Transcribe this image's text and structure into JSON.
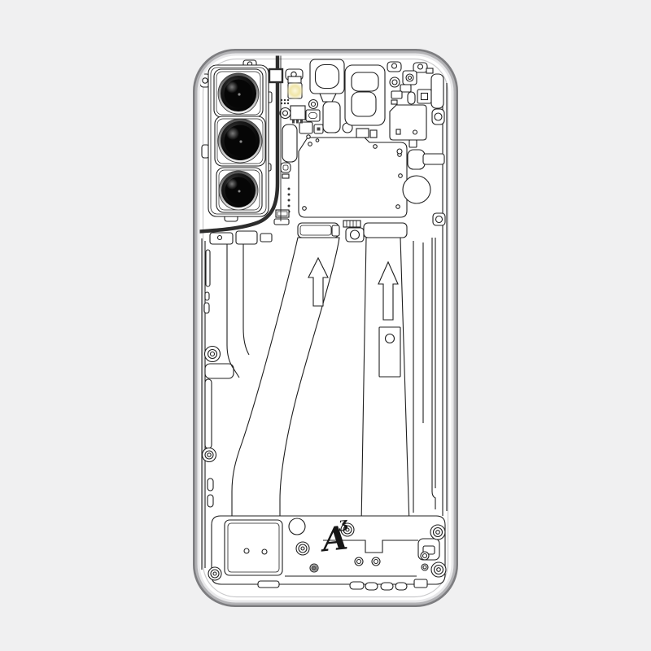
{
  "scene": {
    "description": "Line-art technical illustration of a smartphone rear interior (skin template style)",
    "background_color": "#f0f0f1"
  },
  "phone": {
    "body_fill": "#ffffff",
    "frame_outer_color": "#7d7d80",
    "frame_mid_color": "#b3b3b6",
    "frame_inner_color": "#e8e8ea",
    "bezel_line_color": "#c9c9cb",
    "line_color": "#1f1f1f",
    "decal_line_color": "#2d2d2d",
    "camera": {
      "lens_count": 3,
      "ring_light": "#f2f2f2",
      "ring_dark": "#5a5a5a",
      "lens_color": "#0a0a0a"
    },
    "flash_color": "#f2e9b4",
    "battery_arrows": {
      "count": 2,
      "direction": "up"
    },
    "signature": {
      "letter": "A",
      "flourish": "ʒ"
    }
  },
  "components": [
    "triple-camera-module",
    "led-flash",
    "front-camera-block",
    "sensor-housing",
    "main-board-shield",
    "vibration-motor",
    "battery-connector",
    "zif-connector",
    "ribbon-cable-left",
    "ribbon-cable-right",
    "battery-pull-tab",
    "loudspeaker-module",
    "screws",
    "artist-signature"
  ]
}
